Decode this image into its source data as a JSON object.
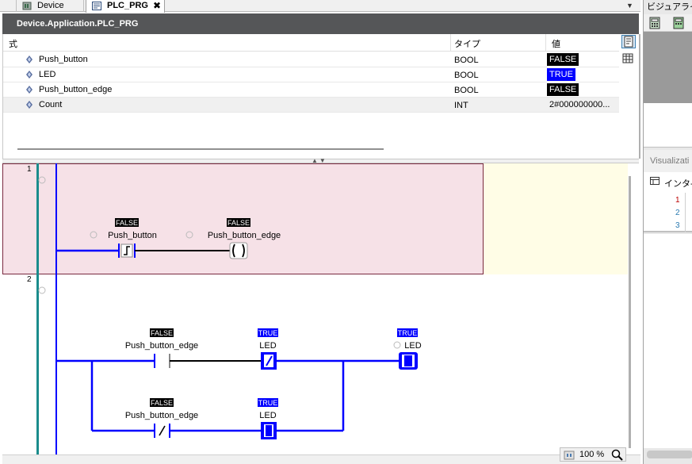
{
  "tabs": [
    {
      "label": "Device",
      "active": false
    },
    {
      "label": "PLC_PRG",
      "active": true
    }
  ],
  "tab_close_glyph": "✖",
  "path": "Device.Application.PLC_PRG",
  "watch": {
    "columns": {
      "expression": "式",
      "type": "タイプ",
      "value": "値"
    },
    "rows": [
      {
        "name": "Push_button",
        "type": "BOOL",
        "value": "FALSE",
        "style": "false"
      },
      {
        "name": "LED",
        "type": "BOOL",
        "value": "TRUE",
        "style": "true"
      },
      {
        "name": "Push_button_edge",
        "type": "BOOL",
        "value": "FALSE",
        "style": "false"
      },
      {
        "name": "Count",
        "type": "INT",
        "value": "2#000000000...",
        "style": "plain"
      }
    ]
  },
  "ladder": {
    "rung1": {
      "number": "1",
      "contact": {
        "var": "Push_button",
        "state": "FALSE"
      },
      "coil": {
        "var": "Push_button_edge",
        "state": "FALSE"
      }
    },
    "rung2": {
      "number": "2",
      "branch1_contact": {
        "var": "Push_button_edge",
        "state": "FALSE"
      },
      "branch1_contact_led": {
        "var": "LED",
        "state": "TRUE"
      },
      "coil": {
        "var": "LED",
        "state": "TRUE"
      },
      "branch2_contact": {
        "var": "Push_button_edge",
        "state": "FALSE"
      },
      "branch2_contact_led": {
        "var": "LED",
        "state": "TRUE"
      }
    }
  },
  "zoom": "100 %",
  "right_panel": {
    "title": "ビジュアライゼ",
    "visualization_title": "Visualizati",
    "interface_tab": "インタ-",
    "line_numbers": [
      "1",
      "2",
      "3"
    ]
  },
  "colors": {
    "active_wire": "#0000ff",
    "false_badge": "#000000",
    "true_badge": "#0000ff",
    "rung_highlight": "#f6e1e7",
    "note_bg": "#fffde6",
    "left_rail": "#1a8c8c"
  }
}
